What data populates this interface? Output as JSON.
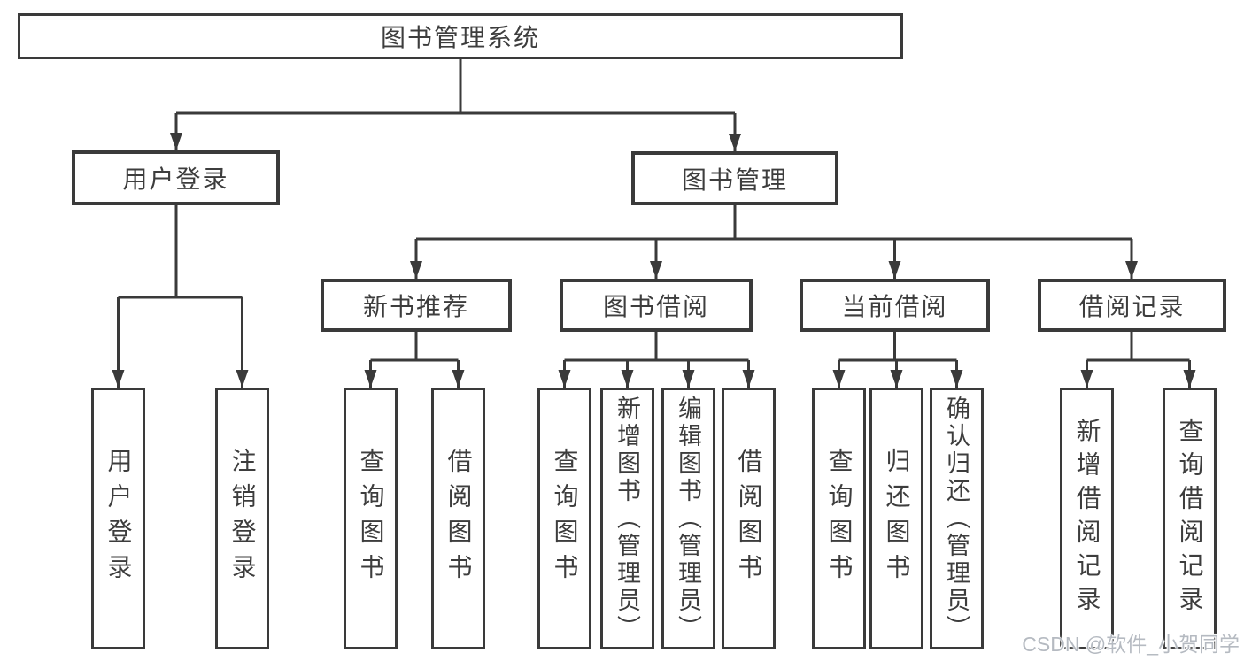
{
  "theme": {
    "line_color": "#3a3a3a",
    "text_color": "#3d3d3d",
    "watermark_color": "#b5bac1",
    "background": "#ffffff"
  },
  "diagram": {
    "type": "hierarchy-tree",
    "root": {
      "label": "图书管理系统"
    },
    "level2": [
      {
        "id": "user-login",
        "label": "用户登录",
        "parent": "图书管理系统"
      },
      {
        "id": "book-management",
        "label": "图书管理",
        "parent": "图书管理系统"
      }
    ],
    "level3": [
      {
        "id": "new-book-recommend",
        "label": "新书推荐",
        "parent": "图书管理"
      },
      {
        "id": "book-borrow",
        "label": "图书借阅",
        "parent": "图书管理"
      },
      {
        "id": "current-borrow",
        "label": "当前借阅",
        "parent": "图书管理"
      },
      {
        "id": "borrow-records",
        "label": "借阅记录",
        "parent": "图书管理"
      }
    ],
    "leaves": [
      {
        "label": "用户登录",
        "parent": "用户登录"
      },
      {
        "label": "注销登录",
        "parent": "用户登录"
      },
      {
        "label": "查询图书",
        "parent": "新书推荐"
      },
      {
        "label": "借阅图书",
        "parent": "新书推荐"
      },
      {
        "label": "查询图书",
        "parent": "图书借阅"
      },
      {
        "label": "新增图书（管理员）",
        "parent": "图书借阅"
      },
      {
        "label": "编辑图书（管理员）",
        "parent": "图书借阅"
      },
      {
        "label": "借阅图书",
        "parent": "图书借阅"
      },
      {
        "label": "查询图书",
        "parent": "当前借阅"
      },
      {
        "label": "归还图书",
        "parent": "当前借阅"
      },
      {
        "label": "确认归还（管理员）",
        "parent": "当前借阅"
      },
      {
        "label": "新增借阅记录",
        "parent": "借阅记录"
      },
      {
        "label": "查询借阅记录",
        "parent": "借阅记录"
      }
    ]
  },
  "watermark": {
    "text": "CSDN @软件_小贺同学"
  }
}
